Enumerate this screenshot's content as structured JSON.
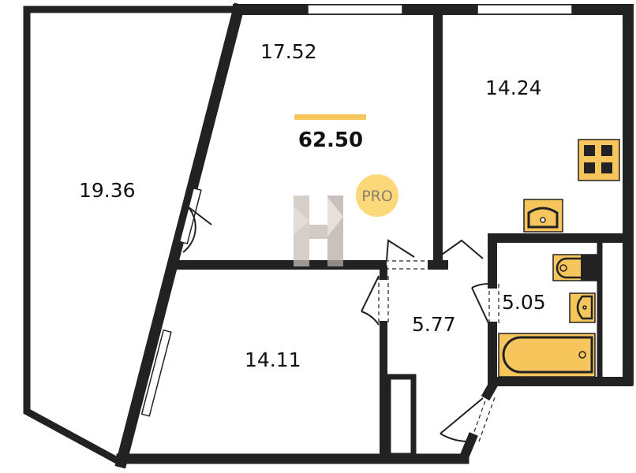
{
  "plan": {
    "total_area": "62.50",
    "rooms": {
      "loggia": "19.36",
      "living": "17.52",
      "kitchen": "14.24",
      "bedroom": "14.11",
      "hall": "5.77",
      "bathroom": "5.05"
    },
    "badge": "PRO",
    "logo_letter": "H"
  },
  "colors": {
    "wall": "#222222",
    "accent": "#f6c55c",
    "badge": "#fbd97a"
  }
}
